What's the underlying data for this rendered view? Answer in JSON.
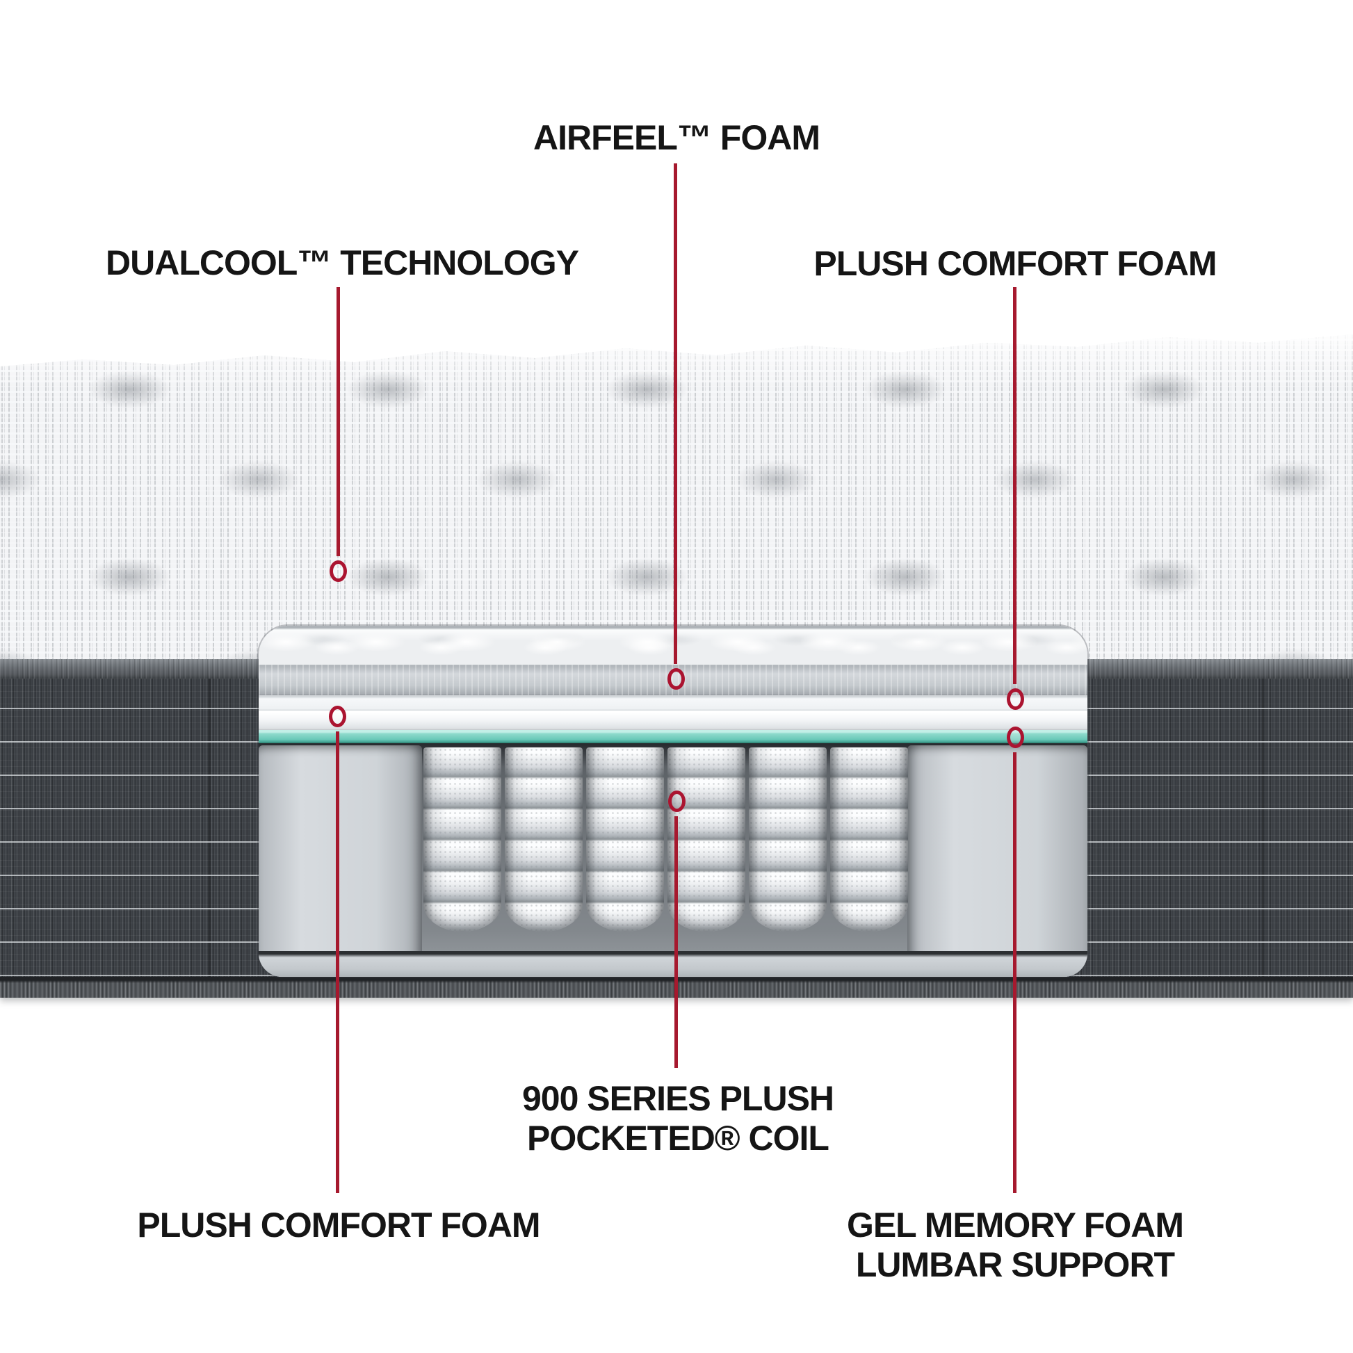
{
  "diagram": {
    "title_visible": false,
    "accent_color": "#a6192e",
    "gel_layer_color": "#7fd3c5",
    "side_fabric_color": "#3b3f44",
    "callouts": {
      "airfeel": {
        "label": "AIRFEEL™ FOAM"
      },
      "dualcool": {
        "label": "DUALCOOL™ TECHNOLOGY"
      },
      "plush_right": {
        "label": "PLUSH COMFORT FOAM"
      },
      "coil": {
        "label_line1": "900 SERIES PLUSH",
        "label_line2": "POCKETED® COIL"
      },
      "plush_left": {
        "label": "PLUSH COMFORT FOAM"
      },
      "gel": {
        "label_line1": "GEL MEMORY FOAM",
        "label_line2": "LUMBAR SUPPORT"
      }
    }
  }
}
